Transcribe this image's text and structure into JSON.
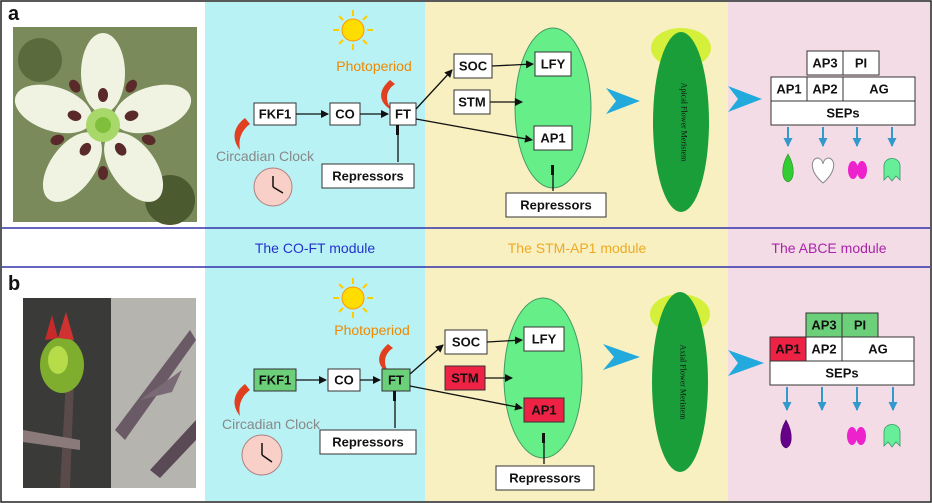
{
  "panels": {
    "a": {
      "letter": "a"
    },
    "b": {
      "letter": "b"
    }
  },
  "modules": {
    "co_ft": "The CO-FT module",
    "stm_ap1": "The STM-AP1 module",
    "abce": "The ABCE module"
  },
  "nodes": {
    "photoperiod": "Photoperiod",
    "circadian": "Circadian Clock",
    "fkf1": "FKF1",
    "co": "CO",
    "ft": "FT",
    "repressors": "Repressors",
    "soc": "SOC",
    "lfy": "LFY",
    "stm": "STM",
    "ap1": "AP1",
    "ap3": "AP3",
    "pi": "PI",
    "ap2": "AP2",
    "ag": "AG",
    "seps": "SEPs"
  },
  "meristem": {
    "a": "Apical Flower Meristem",
    "b": "Axial Flower Meristem"
  },
  "colors": {
    "co_ft_bg": "#b9f2f4",
    "stm_ap1_bg": "#f8f0c0",
    "abce_bg": "#f4dce6",
    "highlight_green": "#6ccf7a",
    "highlight_red": "#ee2244",
    "ellipse_green": "#66ee88",
    "meristem_dark": "#1a9e3a",
    "meristem_light": "#d4f03a",
    "chevron_blue": "#22aadd",
    "module1_text": "#2233cc",
    "module2_text": "#eeaa22",
    "module3_text": "#aa22aa",
    "sun": "#ffcc00",
    "divider": "#3333aa"
  }
}
